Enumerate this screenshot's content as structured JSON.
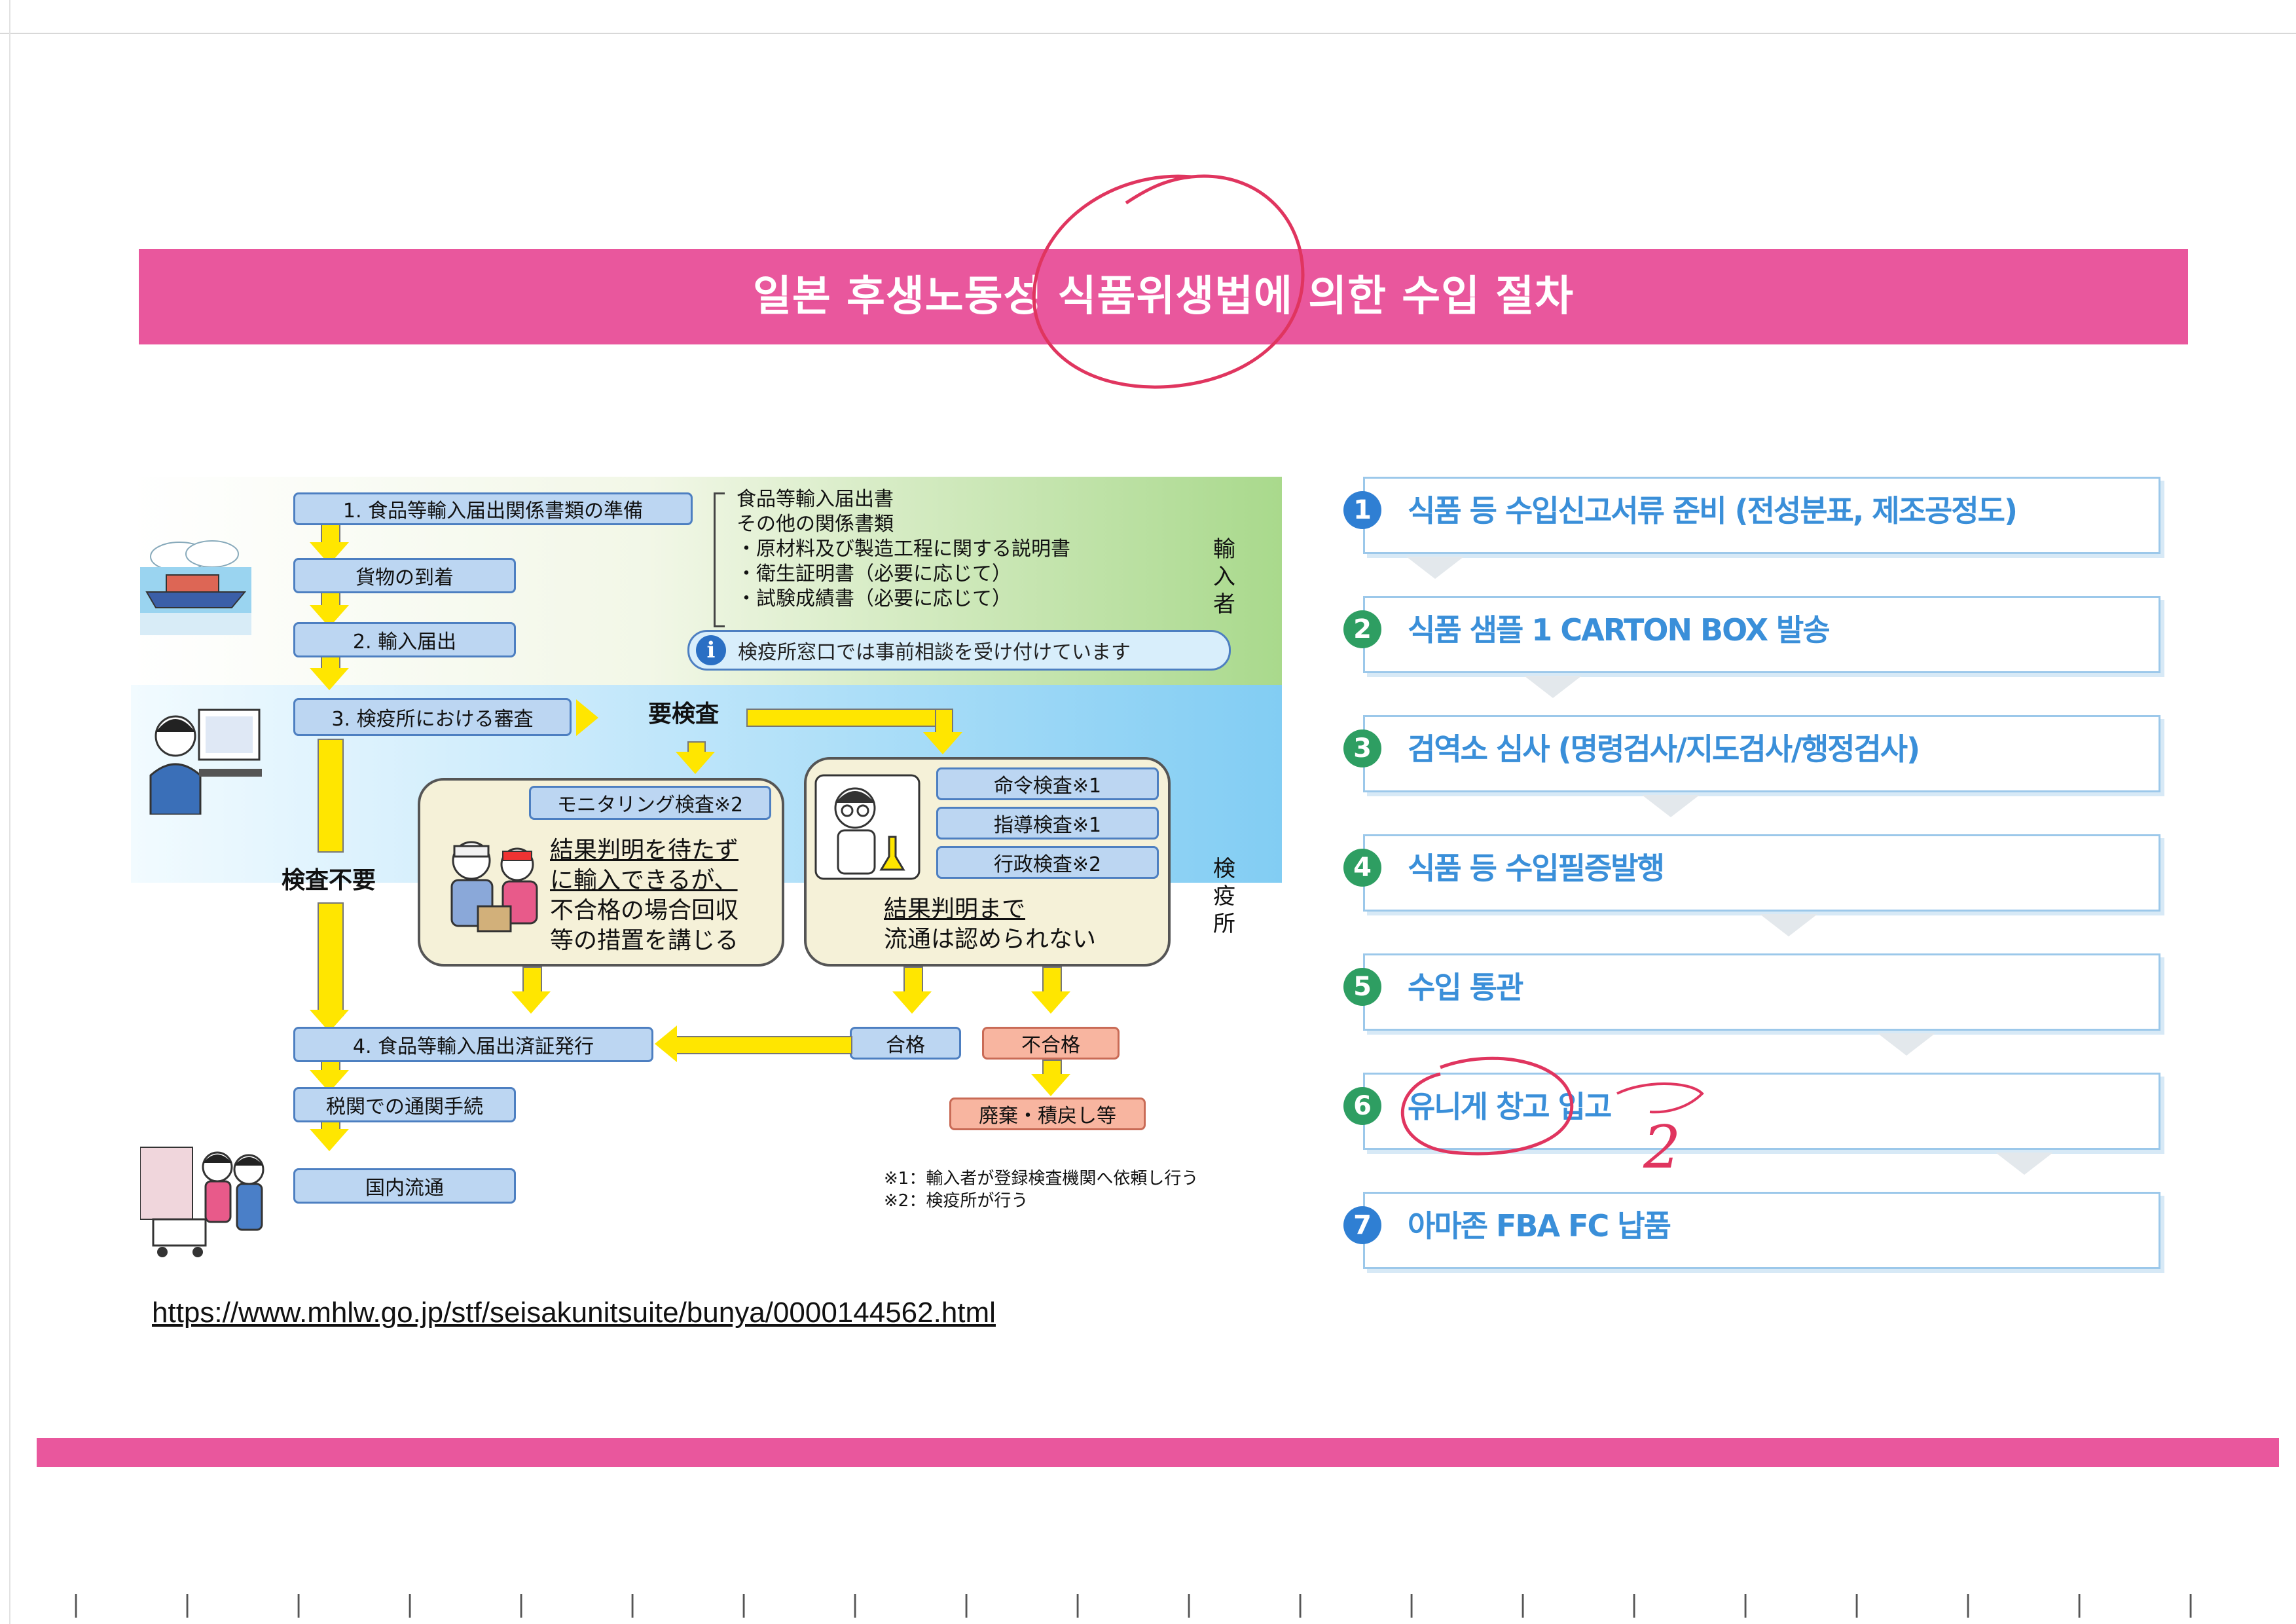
{
  "colors": {
    "banner": "#e9579d",
    "accent_blue": "#3a8fd9",
    "step_green": "#2e9e62",
    "annotation_red": "#e0355f"
  },
  "header": {
    "title": "일본 후생노동성 식품위생법에 의한 수입 절차"
  },
  "flowchart": {
    "step1": "1. 食品等輸入届出関係書類の準備",
    "cargo": "貨物の到着",
    "step2": "2. 輸入届出",
    "step3": "3. 検疫所における審査",
    "inspection_required": "要検査",
    "no_inspection": "検査不要",
    "documents": [
      "食品等輸入届出書",
      "その他の関係書類",
      "・原材料及び製造工程に関する説明書",
      "・衛生証明書（必要に応じて）",
      "・試験成績書（必要に応じて）"
    ],
    "consultation": "検疫所窓口では事前相談を受け付けています",
    "importer_label": "輸入者",
    "quarantine_label": "検疫所",
    "monitoring": "モニタリング検査※2",
    "monitoring_note": [
      "結果判明を待たず",
      "に輸入できるが、",
      "不合格の場合回収",
      "等の措置を講じる"
    ],
    "order_inspection": "命令検査※1",
    "guidance_inspection": "指導検査※1",
    "admin_inspection": "行政検査※2",
    "wait_note": [
      "結果判明まで",
      "流通は認められない"
    ],
    "pass": "合格",
    "fail": "不合格",
    "step4": "4. 食品等輸入届出済証発行",
    "customs": "税関での通関手続",
    "disposal": "廃棄・積戻し等",
    "domestic": "国内流通",
    "footnotes": [
      "※1：輸入者が登録検査機関へ依頼し行う",
      "※2：検疫所が行う"
    ],
    "icons": [
      "ship-icon",
      "officer-icon",
      "scientist-icon",
      "inspectors-icon",
      "shoppers-icon",
      "info-icon"
    ]
  },
  "source_url": "https://www.mhlw.go.jp/stf/seisakunitsuite/bunya/0000144562.html",
  "steps": [
    {
      "num": "1",
      "label": "식품 등 수입신고서류 준비 (전성분표, 제조공정도)",
      "color": "#3a8fd9"
    },
    {
      "num": "2",
      "label": "식품 샘플 1 CARTON BOX 발송",
      "color": "#3a8fd9"
    },
    {
      "num": "3",
      "label": "검역소 심사 (명령검사/지도검사/행정검사)",
      "color": "#3a8fd9"
    },
    {
      "num": "4",
      "label": "식품 등 수입필증발행",
      "color": "#3a8fd9"
    },
    {
      "num": "5",
      "label": "수입 통관",
      "color": "#3a8fd9"
    },
    {
      "num": "6",
      "label": "유니게 창고 입고",
      "color": "#3a8fd9"
    },
    {
      "num": "7",
      "label": "아마존 FBA FC 납품",
      "color": "#3a8fd9"
    }
  ],
  "step_number_colors": [
    "#2f7fd3",
    "#2e9e62",
    "#2e9e62",
    "#2e9e62",
    "#2e9e62",
    "#2e9e62",
    "#2f7fd3"
  ],
  "handwritten_mark": "2"
}
